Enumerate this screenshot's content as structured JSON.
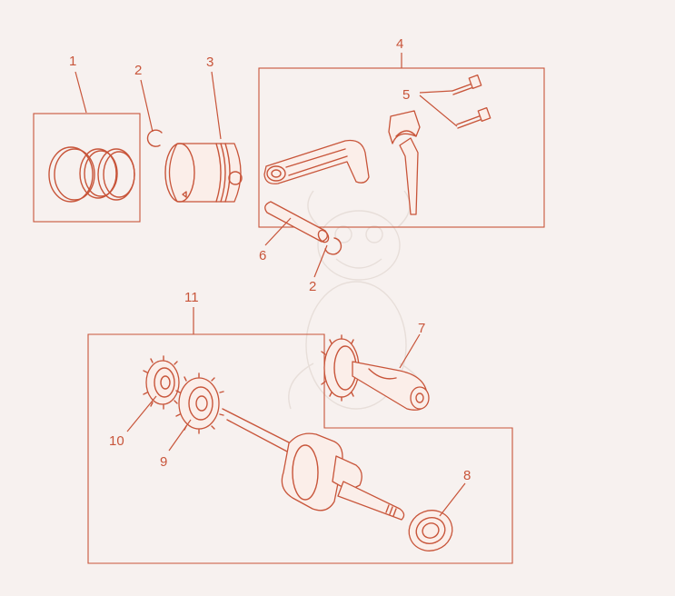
{
  "callouts": {
    "c1": "1",
    "c2a": "2",
    "c3": "3",
    "c4": "4",
    "c5": "5",
    "c6": "6",
    "c2b": "2",
    "c11": "11",
    "c7": "7",
    "c10": "10",
    "c9": "9",
    "c8": "8"
  },
  "colors": {
    "accent": "#c8553a",
    "background": "#f7f1ef"
  }
}
